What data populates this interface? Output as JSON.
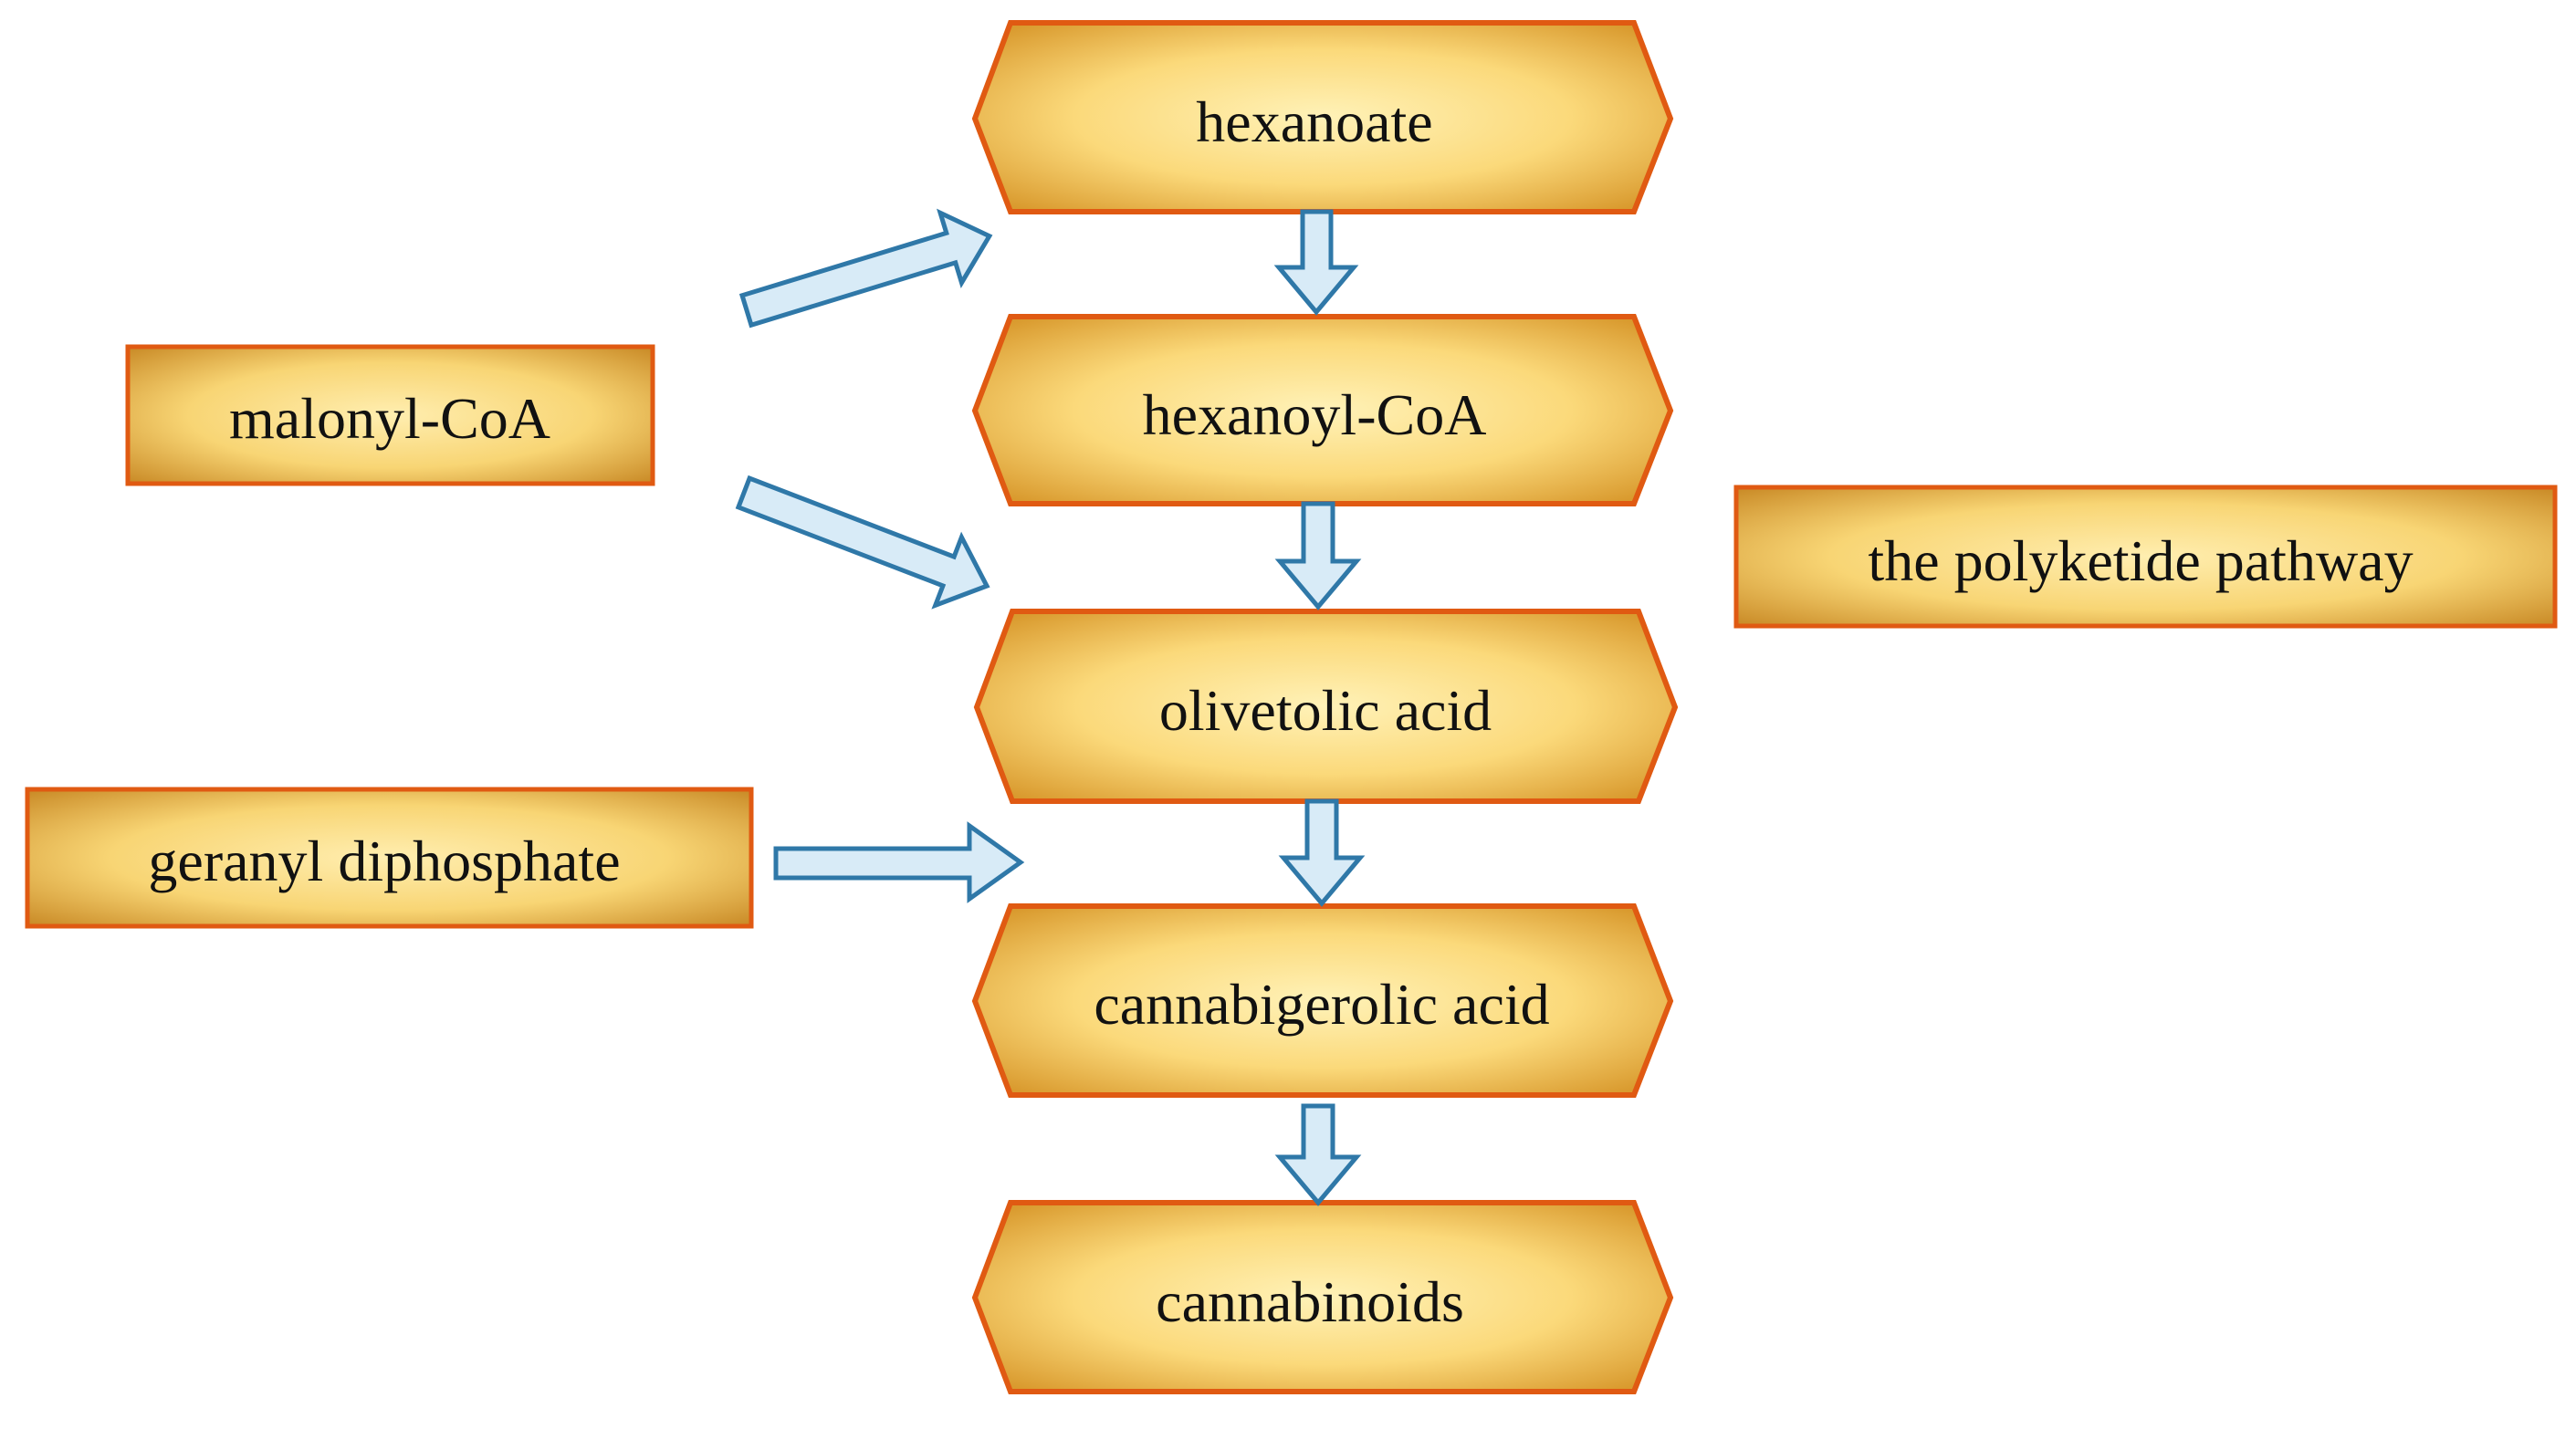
{
  "colors": {
    "node_fill_center": "#fde8a0",
    "node_fill_edge": "#e8a93a",
    "node_border": "#e05a12",
    "arrow_fill": "#d8ebf7",
    "arrow_stroke": "#2f78a8"
  },
  "pathway": [
    {
      "id": "hexanoate",
      "label": "hexanoate"
    },
    {
      "id": "hexanoyl-coa",
      "label": "hexanoyl-CoA"
    },
    {
      "id": "olivetolic-acid",
      "label": "olivetolic acid"
    },
    {
      "id": "cannabigerolic-acid",
      "label": "cannabigerolic acid"
    },
    {
      "id": "cannabinoids",
      "label": "cannabinoids"
    }
  ],
  "inputs": {
    "malonyl_coa": "malonyl-CoA",
    "geranyl_diphosphate": "geranyl diphosphate"
  },
  "annotation": {
    "label": "the polyketide pathway"
  }
}
